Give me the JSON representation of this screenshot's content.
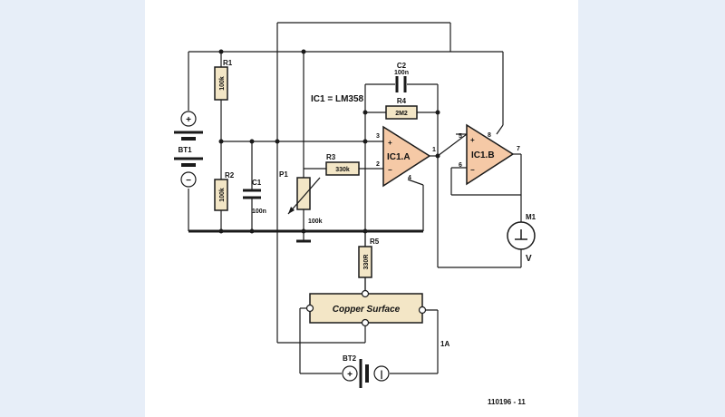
{
  "ic_label": "IC1 = LM358",
  "figure_number": "110196 - 11",
  "components": {
    "bt1": "BT1",
    "r1": {
      "name": "R1",
      "value": "100k"
    },
    "r2": {
      "name": "R2",
      "value": "100k"
    },
    "c1": {
      "name": "C1",
      "value": "100n"
    },
    "p1": {
      "name": "P1",
      "value": "100k"
    },
    "r3": {
      "name": "R3",
      "value": "330k"
    },
    "r4": {
      "name": "R4",
      "value": "2M2"
    },
    "c2": {
      "name": "C2",
      "value": "100n"
    },
    "r5": {
      "name": "R5",
      "value": "330R"
    },
    "ic1a": "IC1.A",
    "ic1b": "IC1.B",
    "m1": {
      "name": "M1",
      "unit": "V"
    },
    "bt2": "BT2",
    "copper": "Copper Surface",
    "current": "1A"
  },
  "pins": {
    "ic1a_in_plus": "3",
    "ic1a_in_minus": "2",
    "ic1a_out": "1",
    "ic1a_supply": "4",
    "ic1b_in_plus": "5",
    "ic1b_in_minus": "6",
    "ic1b_out": "7",
    "ic1b_supply": "8"
  },
  "symbols": {
    "plus": "+",
    "minus": "−"
  },
  "colors": {
    "opamp_fill": "#f5c9a6",
    "resistor_fill": "#f3e6c6",
    "wire": "#1a1a1a"
  }
}
